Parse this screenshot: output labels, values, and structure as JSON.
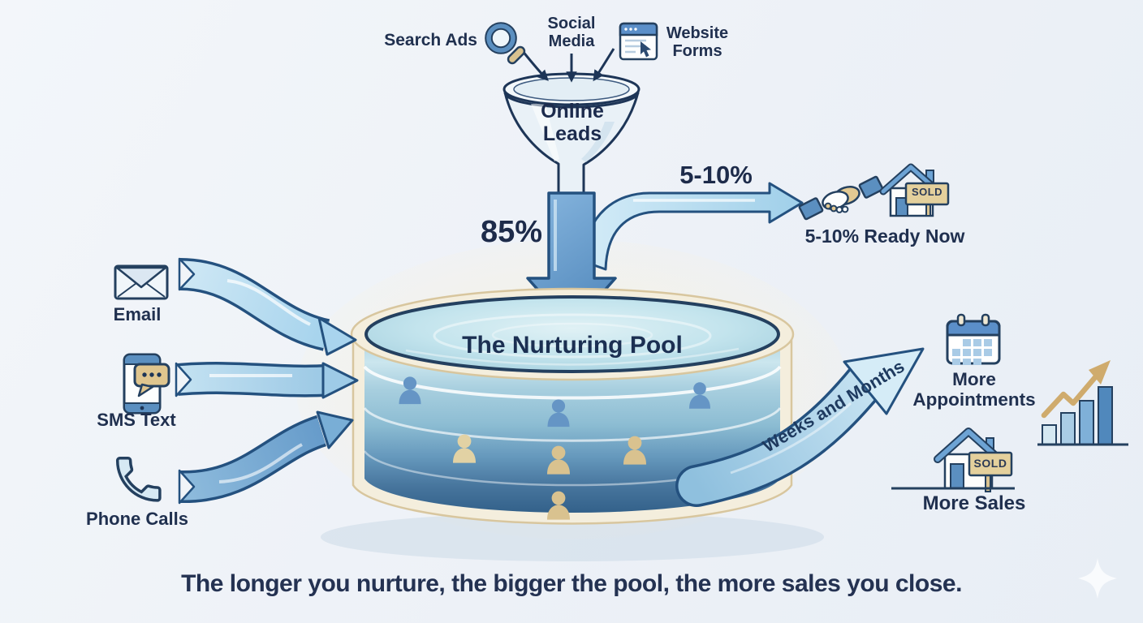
{
  "caption": "The longer you nurture, the bigger the pool, the more sales you close.",
  "funnel": {
    "sources": [
      {
        "label": "Search Ads",
        "icon": "magnifier-icon"
      },
      {
        "label": "Social Media",
        "icon": null
      },
      {
        "label": "Website Forms",
        "icon": "browser-window-icon"
      }
    ],
    "label": "Online Leads"
  },
  "flows": {
    "down_pct": "85%",
    "branch_pct": "5-10%",
    "ready_now": "5-10% Ready Now",
    "nurture_label": "Weeks and Months"
  },
  "pool": {
    "title": "The Nurturing Pool",
    "people_count": 7
  },
  "channels": [
    {
      "label": "Email",
      "icon": "envelope-icon"
    },
    {
      "label": "SMS Text",
      "icon": "smartphone-chat-icon"
    },
    {
      "label": "Phone Calls",
      "icon": "handset-icon"
    }
  ],
  "outcomes": {
    "appointments": "More Appointments",
    "sales": "More Sales"
  },
  "sold_label": "SOLD",
  "colors": {
    "navy": "#1f2b4a",
    "blue": "#5b8fc0",
    "light_blue": "#bfe0f0",
    "tan": "#d9c28f",
    "cream": "#f4eedd"
  }
}
